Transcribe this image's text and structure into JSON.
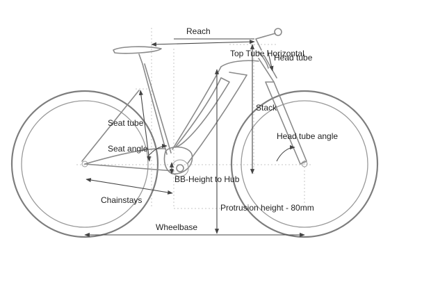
{
  "colors": {
    "frame": "#8a8a8a",
    "tire": "#7d7d7d",
    "measure": "#444444",
    "guide": "#c4c4c4",
    "text": "#222222",
    "background": "#ffffff"
  },
  "labels": {
    "reach": "Reach",
    "top_tube_horizontal": "Top Tube Horizontal",
    "head_tube": "Head tube",
    "stack": "Stack",
    "seat_tube": "Seat tube",
    "seat_angle": "Seat angle",
    "head_tube_angle": "Head tube angle",
    "bb_height_to_hub": "BB-Height to Hub",
    "chainstays": "Chainstays",
    "protrusion_height": "Protrusion height - 80mm",
    "wheelbase": "Wheelbase"
  }
}
